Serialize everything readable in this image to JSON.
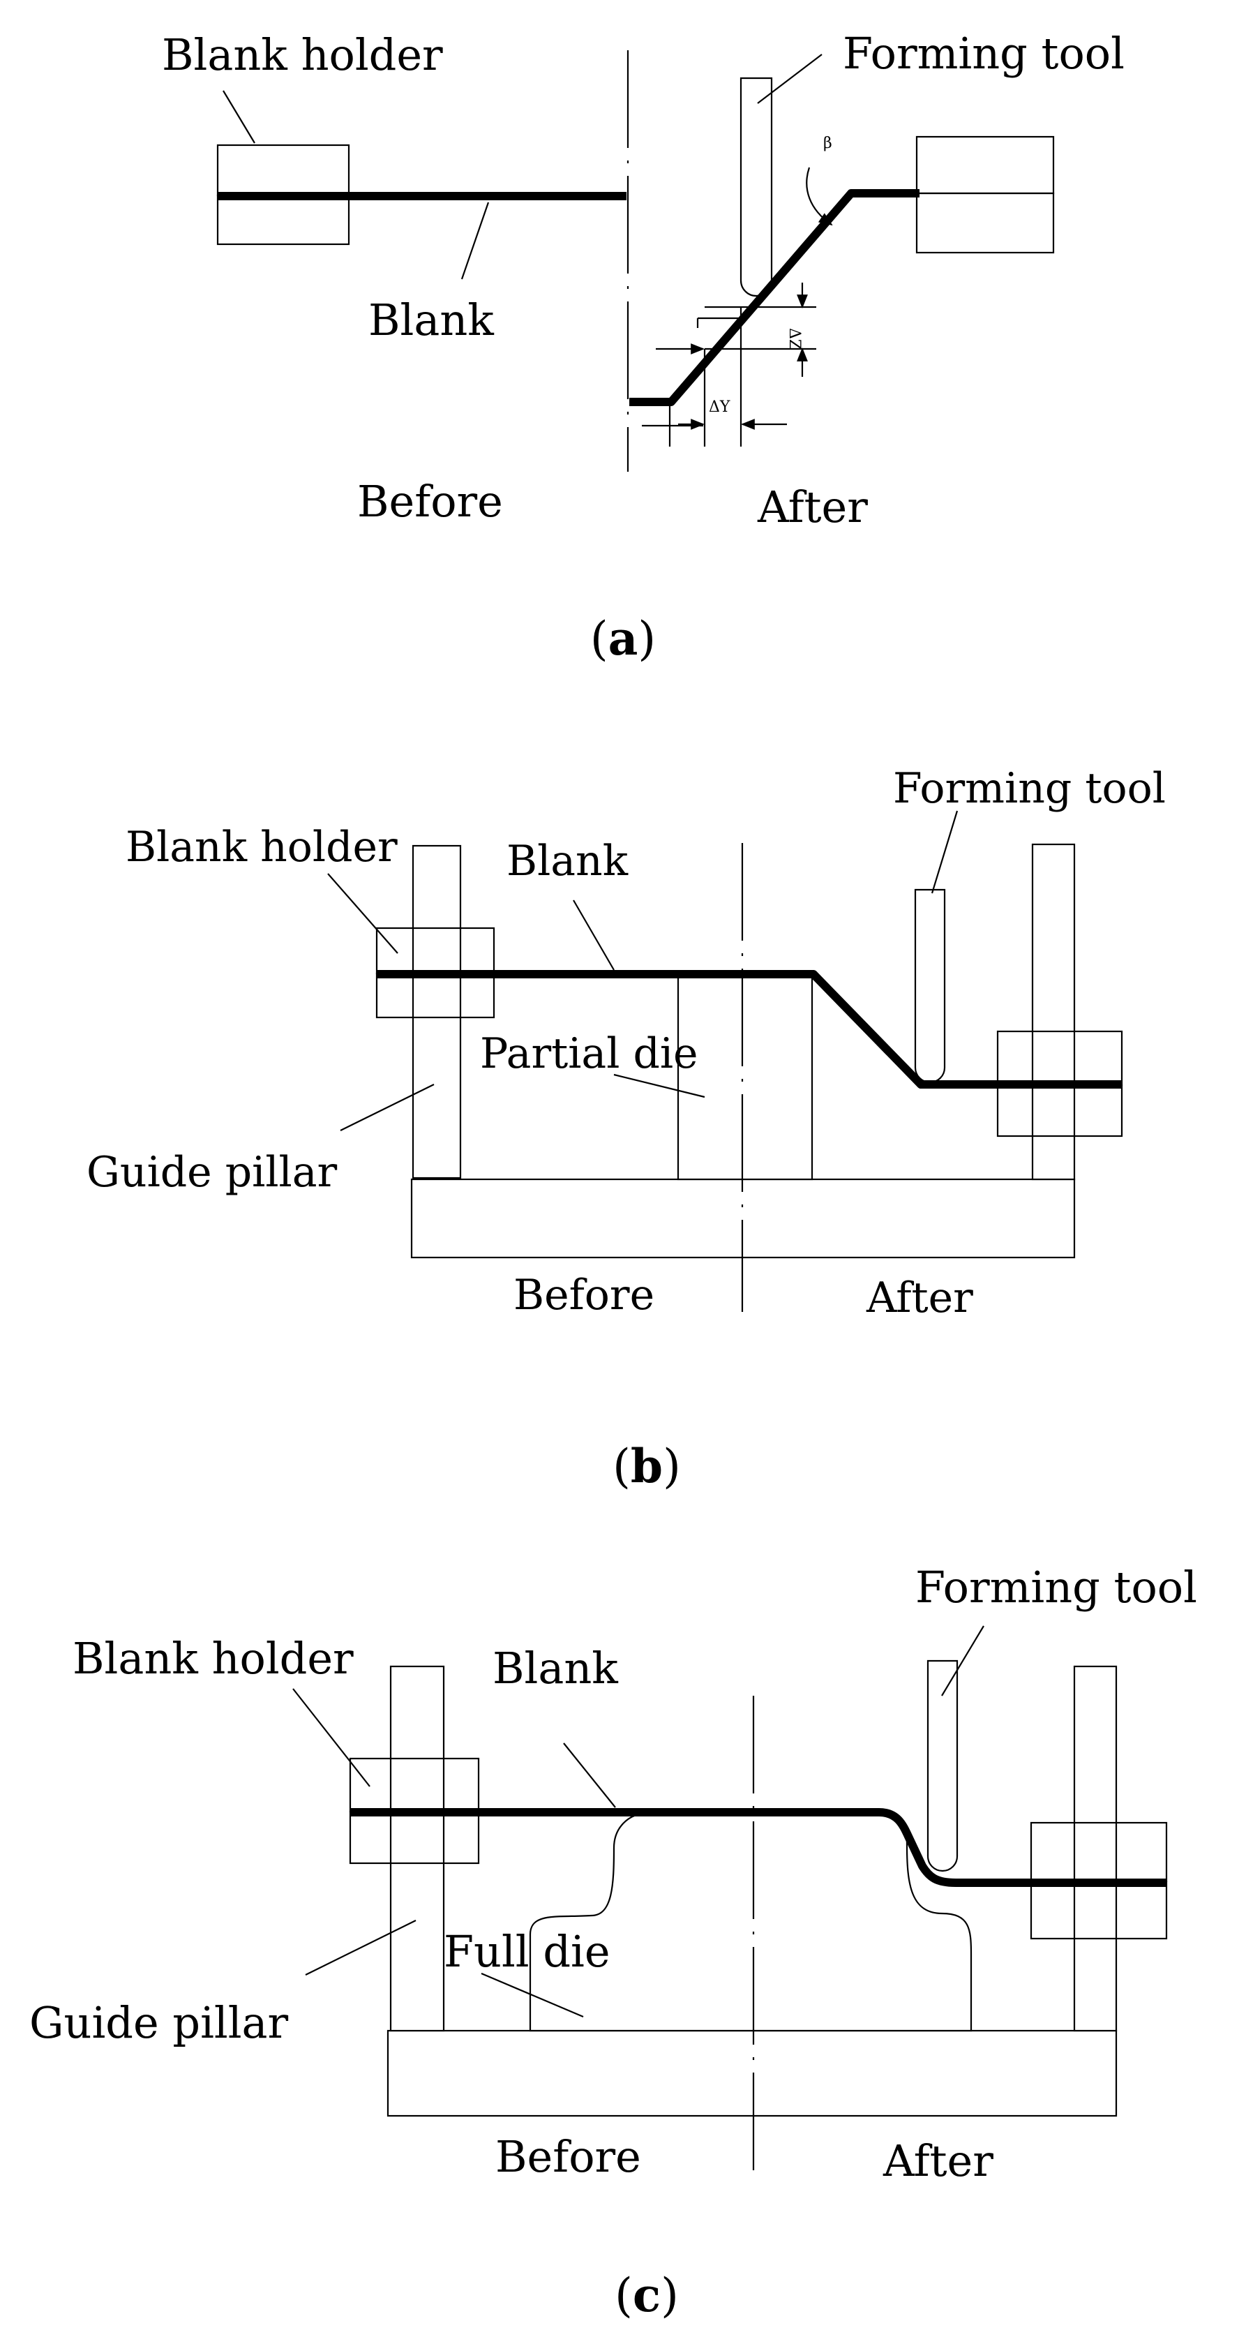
{
  "panel_a": {
    "labels": {
      "blank_holder": "Blank holder",
      "forming_tool": "Forming tool",
      "blank": "Blank",
      "beta": "β",
      "delta_z": "ΔZ",
      "delta_y": "ΔY",
      "before": "Before",
      "after": "After"
    },
    "caption_letter": "a"
  },
  "panel_b": {
    "labels": {
      "forming_tool": "Forming tool",
      "blank_holder": "Blank holder",
      "blank": "Blank",
      "partial_die": "Partial die",
      "guide_pillar": "Guide pillar",
      "before": "Before",
      "after": "After"
    },
    "caption_letter": "b"
  },
  "panel_c": {
    "labels": {
      "forming_tool": "Forming tool",
      "blank_holder": "Blank holder",
      "blank": "Blank",
      "full_die": "Full die",
      "guide_pillar": "Guide pillar",
      "before": "Before",
      "after": "After"
    },
    "caption_letter": "c"
  },
  "caption_parens": {
    "open": "(",
    "close": ")"
  }
}
